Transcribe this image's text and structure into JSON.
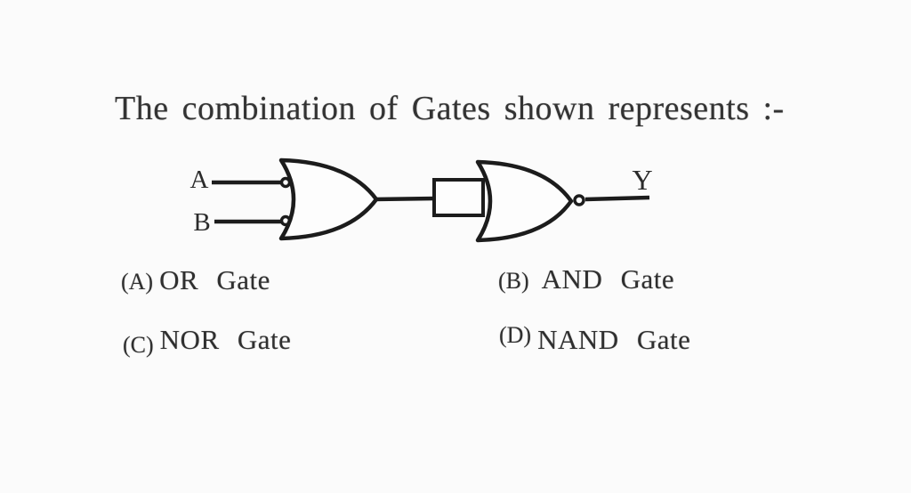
{
  "question": {
    "title": "The combination of Gates shown represents :-"
  },
  "circuit": {
    "input_labels": {
      "a": "A",
      "b": "B"
    },
    "output_label": "Y",
    "gates": [
      {
        "name": "or-gate-first-stage",
        "type": "OR shape with input bubbles"
      },
      {
        "name": "nor-gate-second-stage",
        "type": "OR shape with output bubble"
      }
    ],
    "middle_element": "junction-box"
  },
  "options": [
    {
      "letter": "(A)",
      "label": "OR Gate"
    },
    {
      "letter": "(B)",
      "label": "AND Gate"
    },
    {
      "letter": "(C)",
      "label": "NOR Gate"
    },
    {
      "letter": "(D)",
      "label": "NAND Gate"
    }
  ],
  "colors": {
    "background": "#fbfbfb",
    "text": "#2f2f2f",
    "line": "#1c1c1c"
  }
}
